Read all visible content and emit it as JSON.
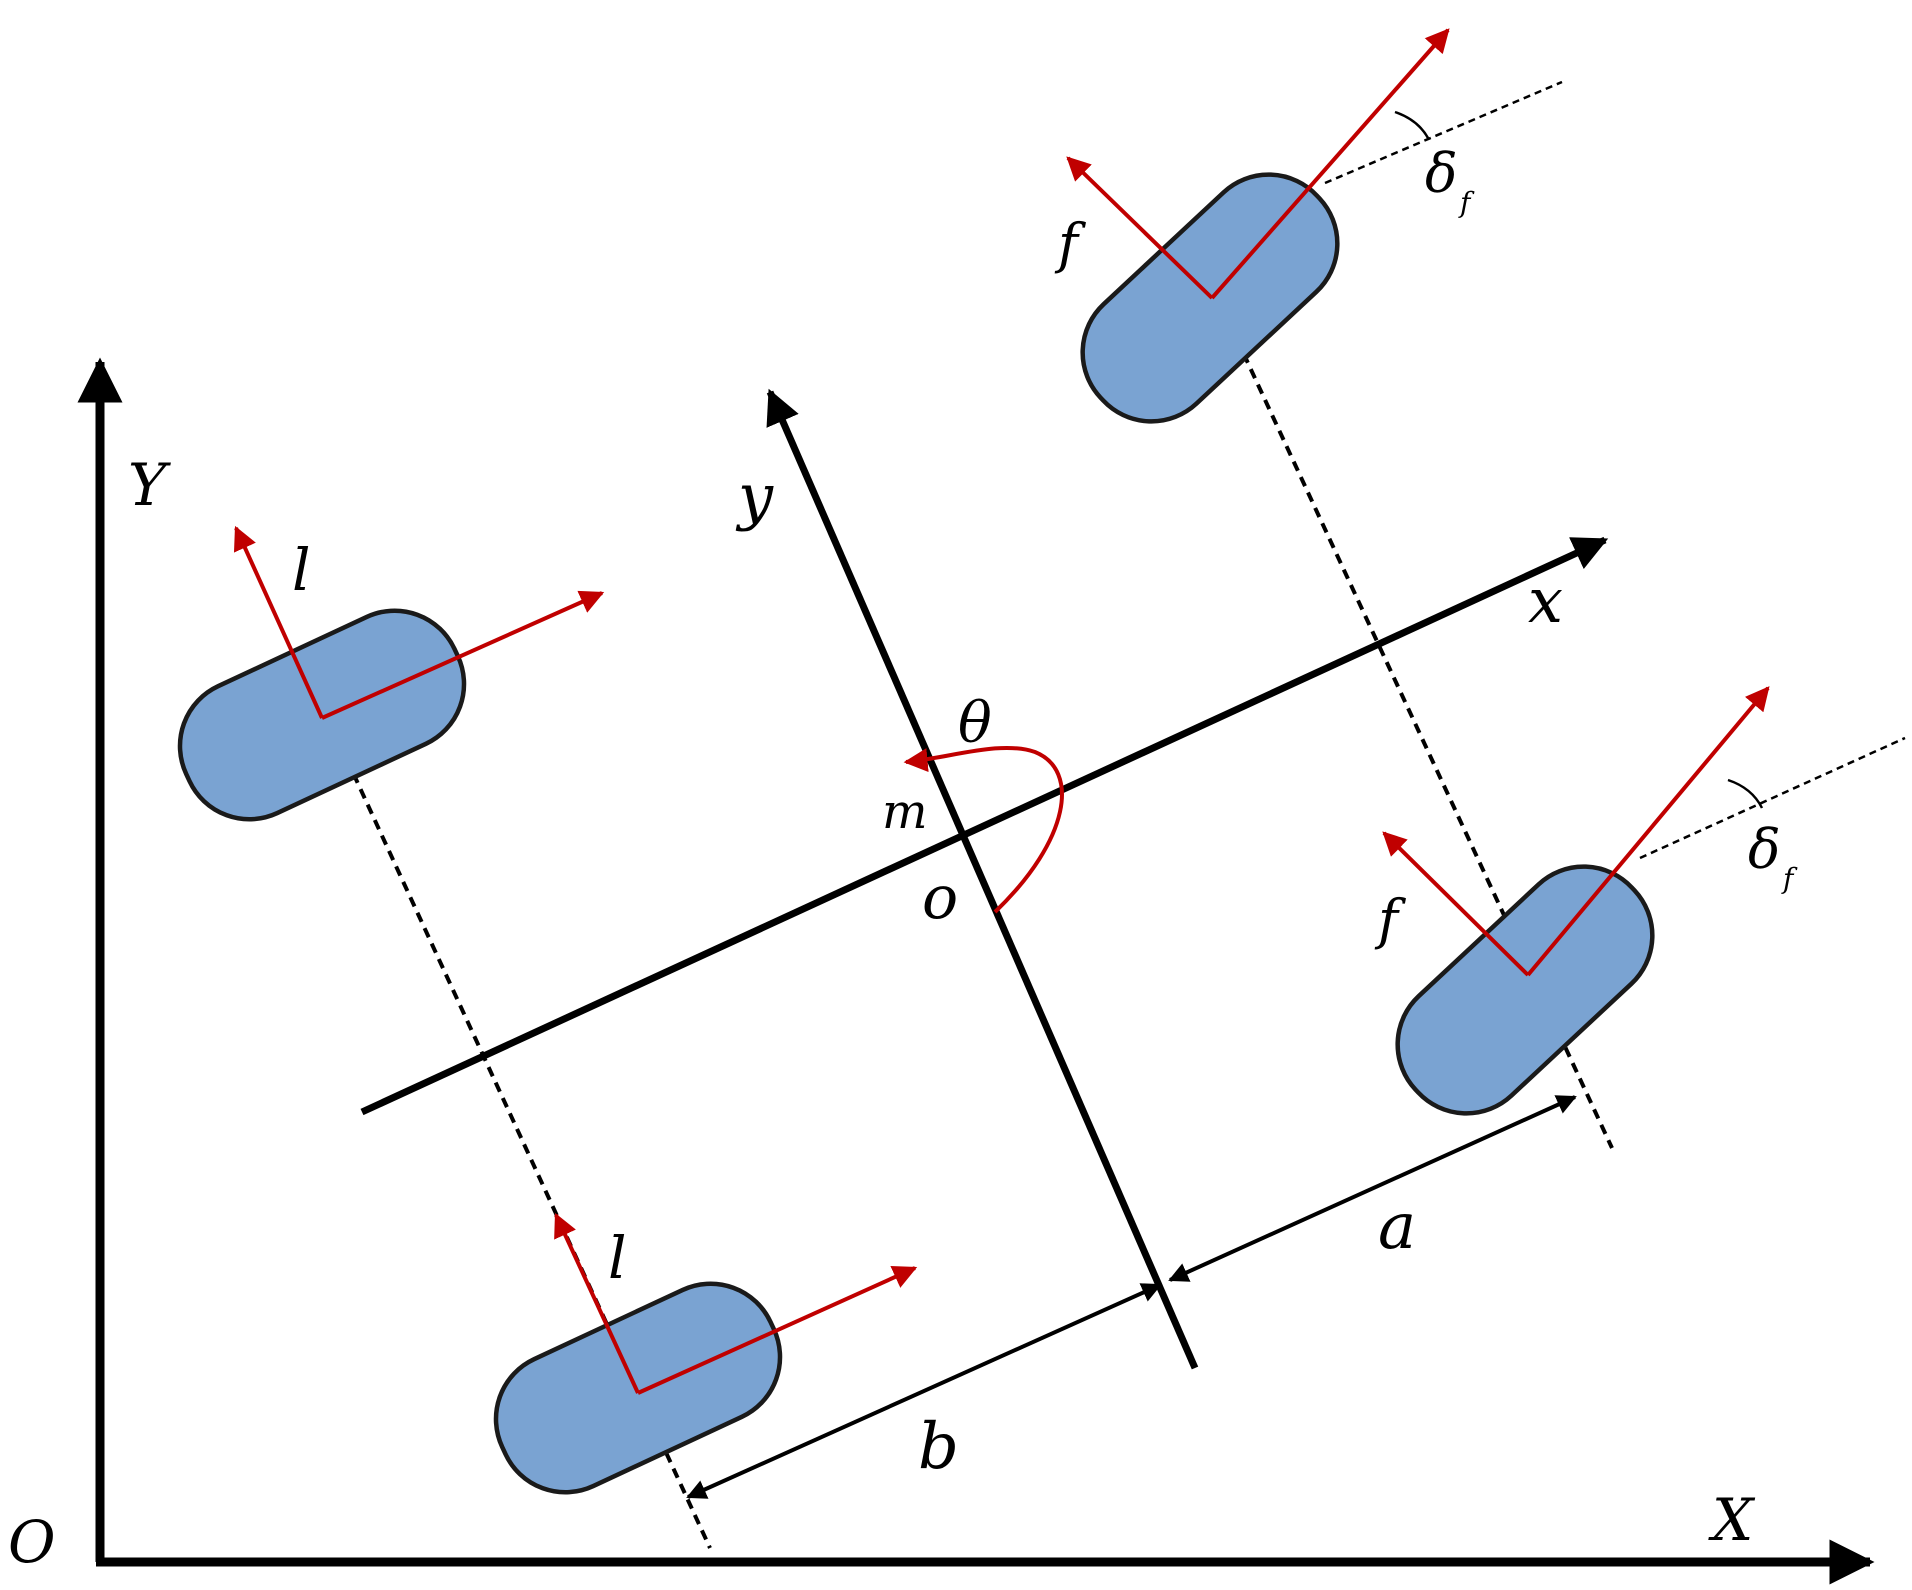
{
  "colors": {
    "axis": "#000000",
    "force": "#c00000",
    "wheel_fill": "#7aa3d2",
    "wheel_stroke": "#1a1a1a"
  },
  "labels": {
    "global_origin": "O",
    "global_x": "X",
    "global_y": "Y",
    "body_x": "x",
    "body_y": "y",
    "body_origin": "o",
    "mass": "m",
    "yaw_angle": "θ",
    "front_distance": "a",
    "rear_distance": "b",
    "front_force": "f",
    "rear_force": "l",
    "steer_angle": "δ",
    "steer_angle_sub": "f"
  },
  "icons": {
    "wheel": "rounded-rectangle-wheel",
    "arrow": "filled-triangle-arrowhead"
  }
}
